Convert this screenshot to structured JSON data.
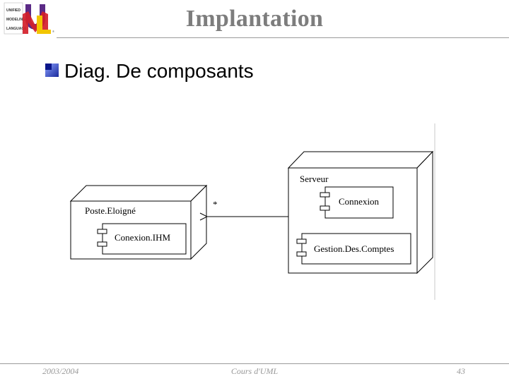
{
  "header": {
    "title": "Implantation",
    "logo_text": [
      "UNIFIED",
      "MODELING",
      "LANGUAGE"
    ]
  },
  "content": {
    "bullet": "Diag. De composants"
  },
  "diagram": {
    "nodes": [
      {
        "name": "Poste.Eloigné",
        "components": [
          "Conexion.IHM"
        ]
      },
      {
        "name": "Serveur",
        "components": [
          "Connexion",
          "Gestion.Des.Comptes"
        ]
      }
    ],
    "association": {
      "multiplicity": "*"
    }
  },
  "footer": {
    "left": "2003/2004",
    "center": "Cours d'UML",
    "right": "43"
  },
  "colors": {
    "title": "#7d7d7d",
    "footer_text": "#999999",
    "bullet_dark": "#1a2a9c",
    "bullet_light": "#8aa0ff",
    "logo_purple": "#5b2a86",
    "logo_red": "#d4202a",
    "logo_yellow": "#f2c500"
  }
}
